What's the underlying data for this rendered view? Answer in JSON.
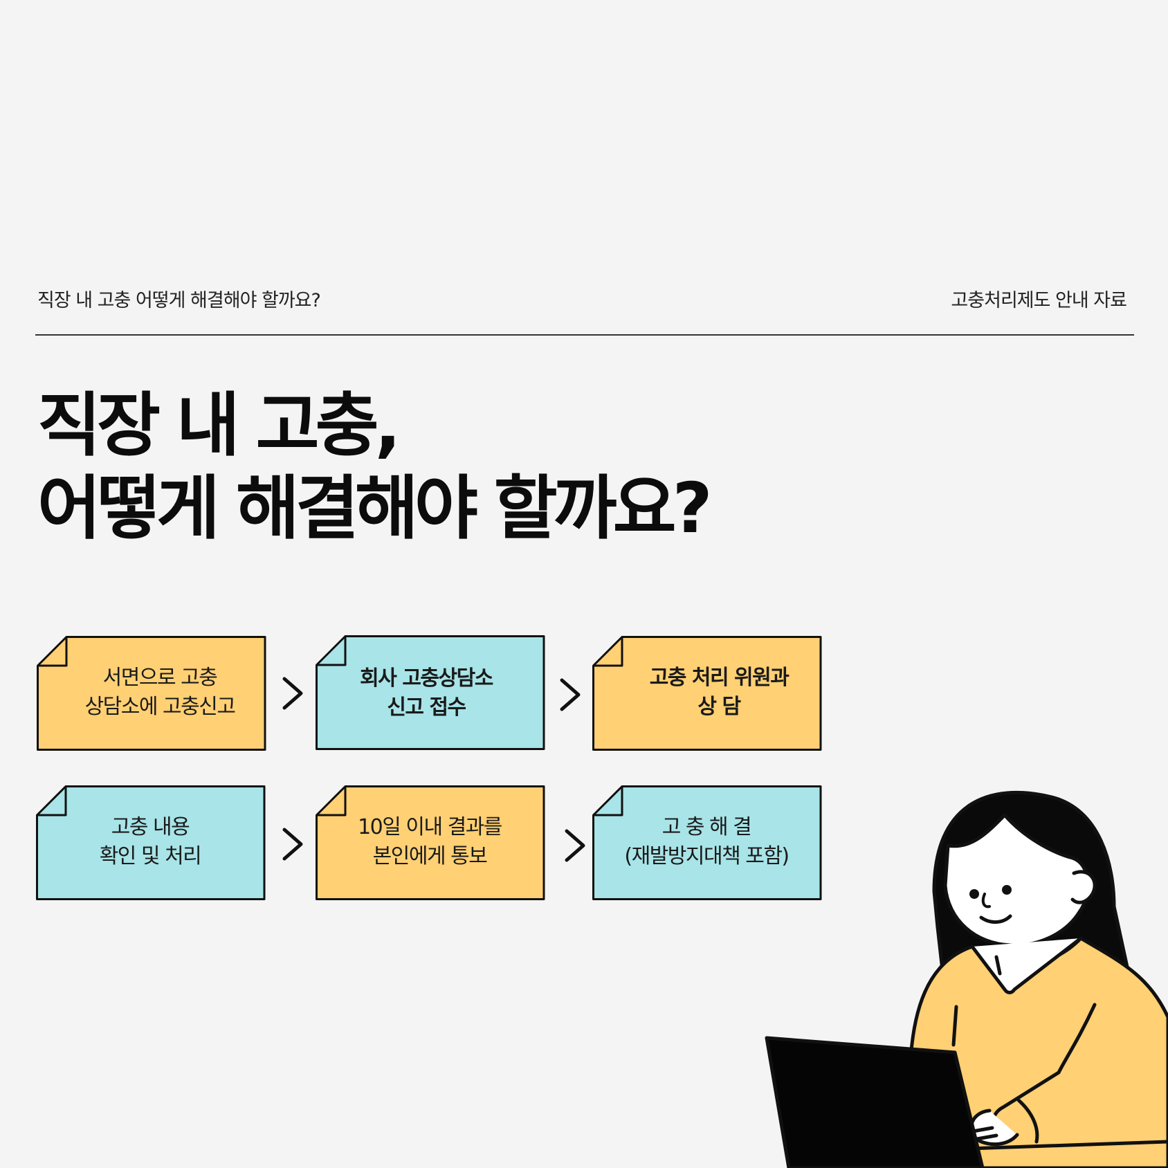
{
  "header": {
    "left": "직장 내  고충 어떻게  해결해야 할까요?",
    "right": "고충처리제도 안내 자료"
  },
  "title": {
    "line1": "직장 내 고충,",
    "line2": "어떻게 해결해야 할까요?"
  },
  "colors": {
    "background": "#f4f4f4",
    "yellow": "#ffd074",
    "cyan": "#a8e4e8",
    "outline": "#111111"
  },
  "steps": [
    {
      "line1": "서면으로  고충",
      "line2": "상담소에 고충신고",
      "color": "yellow",
      "bold": false
    },
    {
      "line1": "회사 고충상담소",
      "line2": "신고  접수",
      "color": "cyan",
      "bold": true
    },
    {
      "line1": "고충 처리 위원과",
      "line2": "상  담",
      "color": "yellow",
      "bold": true
    },
    {
      "line1": "고충 내용",
      "line2": "확인 및 처리",
      "color": "cyan",
      "bold": false
    },
    {
      "line1": "10일 이내  결과를",
      "line2": "본인에게 통보",
      "color": "yellow",
      "bold": false
    },
    {
      "line1": "고 충 해 결",
      "line2": "(재발방지대책 포함)",
      "color": "cyan",
      "bold": false
    }
  ],
  "icons": {
    "arrow": "chevron-right-icon",
    "illustration": "woman-with-laptop-illustration"
  }
}
